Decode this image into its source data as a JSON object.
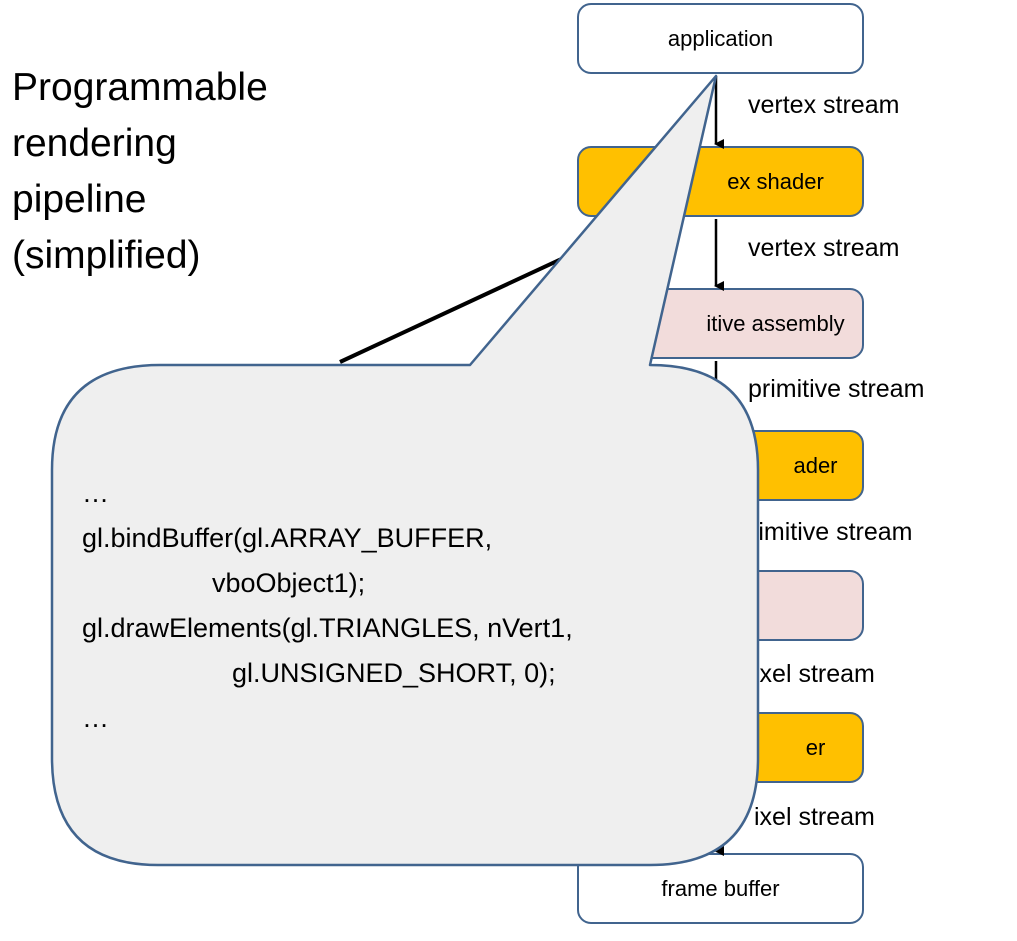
{
  "title": {
    "line1": "Programmable",
    "line2": "rendering",
    "line3": "pipeline",
    "line4": "(simplified)"
  },
  "pipeline": {
    "stages": [
      {
        "label": "application",
        "color": "#ffffff"
      },
      {
        "label": "ex shader",
        "color": "#ffc000"
      },
      {
        "label": "itive assembly",
        "color": "#f2dcdb"
      },
      {
        "label": "ader",
        "color": "#ffc000"
      },
      {
        "label": "",
        "color": "#f2dcdb"
      },
      {
        "label": "er",
        "color": "#ffc000"
      },
      {
        "label": "frame buffer",
        "color": "#ffffff"
      }
    ],
    "streams": [
      "vertex stream",
      "vertex stream",
      "primitive stream",
      "rimitive stream",
      "ixel stream",
      "ixel stream"
    ]
  },
  "callout": {
    "lines": [
      "…",
      "gl.bindBuffer(gl.ARRAY_BUFFER,",
      "vboObject1);",
      "gl.drawElements(gl.TRIANGLES, nVert1,",
      "gl.UNSIGNED_SHORT, 0);",
      "…"
    ],
    "fill": "#efefef",
    "border": "#41648e"
  }
}
